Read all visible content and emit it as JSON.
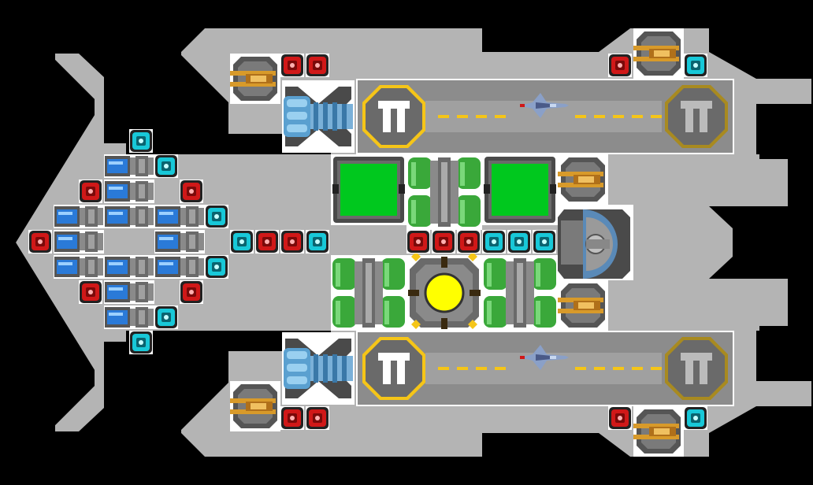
{
  "colors": {
    "background": "#000000",
    "hull": "#b4b4b4",
    "white_pad": "#ffffff",
    "bay": "#8c8c8c",
    "runway_stripe": "#f5c518",
    "green_panel": "#00c81e",
    "reactor_yellow": "#ffff00",
    "red_module": "#d01818",
    "cyan_module": "#18c8d8",
    "blue_module": "#2a7ad8",
    "tank_green": "#3aa83a",
    "gold": "#d89a2a",
    "steel": "#6c6c6c"
  },
  "hangars": [
    {
      "name": "top",
      "pad_glyph": "Π"
    },
    {
      "name": "bottom",
      "pad_glyph": "Π"
    }
  ],
  "icons": [
    "red-module-icon",
    "cyan-module-icon",
    "blue-cell-icon",
    "turret-icon",
    "engine-icon",
    "fighter-icon",
    "reactor-icon",
    "dome-icon",
    "landing-pad-icon"
  ]
}
